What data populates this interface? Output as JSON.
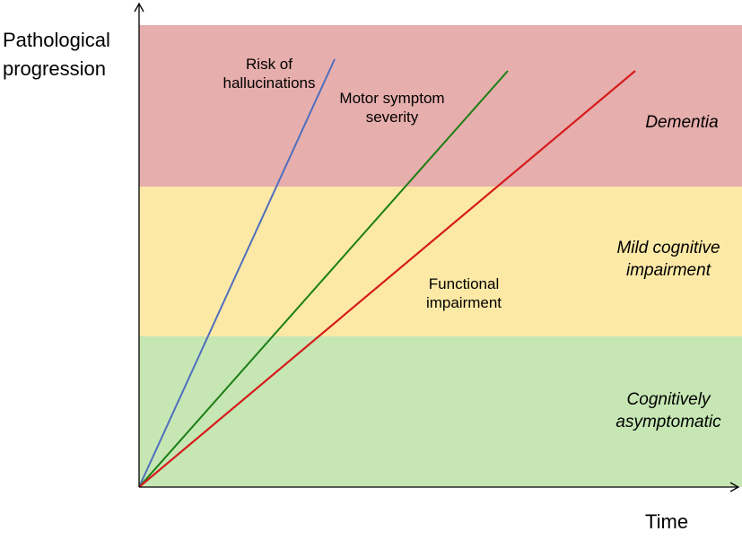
{
  "y_axis_label": [
    "Pathological",
    "progression"
  ],
  "x_axis_label": "Time",
  "zones": [
    {
      "label": [
        "Cognitively",
        "asymptomatic"
      ],
      "color": "#c6e6b4"
    },
    {
      "label": [
        "Mild cognitive",
        "impairment"
      ],
      "color": "#fde9a6"
    },
    {
      "label": [
        "Dementia"
      ],
      "color": "#e6aeac"
    }
  ],
  "lines": [
    {
      "label": [
        "Risk of",
        "hallucinations"
      ],
      "color": "#4f6fbd"
    },
    {
      "label": [
        "Motor symptom",
        "severity"
      ],
      "color": "#1c7e14"
    },
    {
      "label": [
        "Functional",
        "impairment"
      ],
      "color": "#d61b1b"
    }
  ]
}
